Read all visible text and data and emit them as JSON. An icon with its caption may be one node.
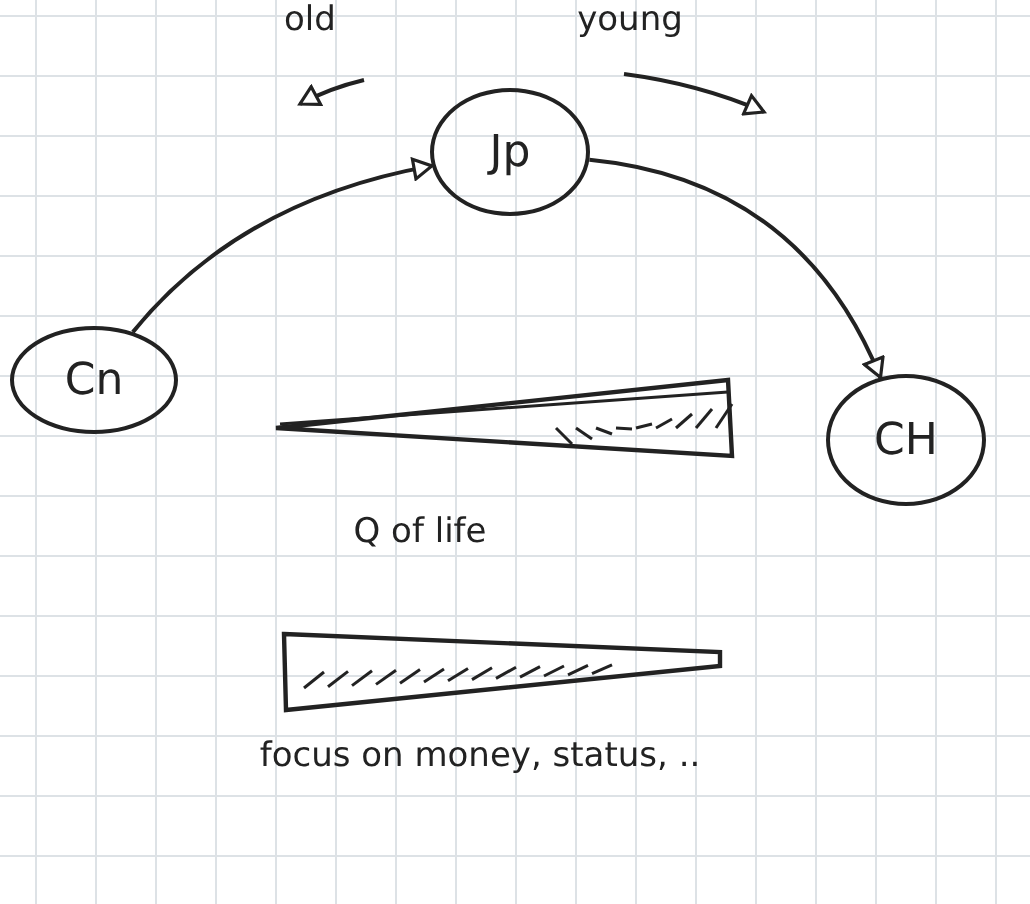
{
  "diagram": {
    "nodes": [
      {
        "text": [
          "Cn"
        ]
      },
      {
        "text": [
          "Jp"
        ]
      },
      {
        "text": [
          "CH"
        ]
      }
    ],
    "edges": [
      {
        "from": 0,
        "to": 1,
        "arrow": "to"
      },
      {
        "from": 1,
        "to": 2,
        "arrow": "to"
      }
    ],
    "labels": [
      "old",
      "young",
      "Q of life",
      "focus on money, status, .."
    ]
  }
}
